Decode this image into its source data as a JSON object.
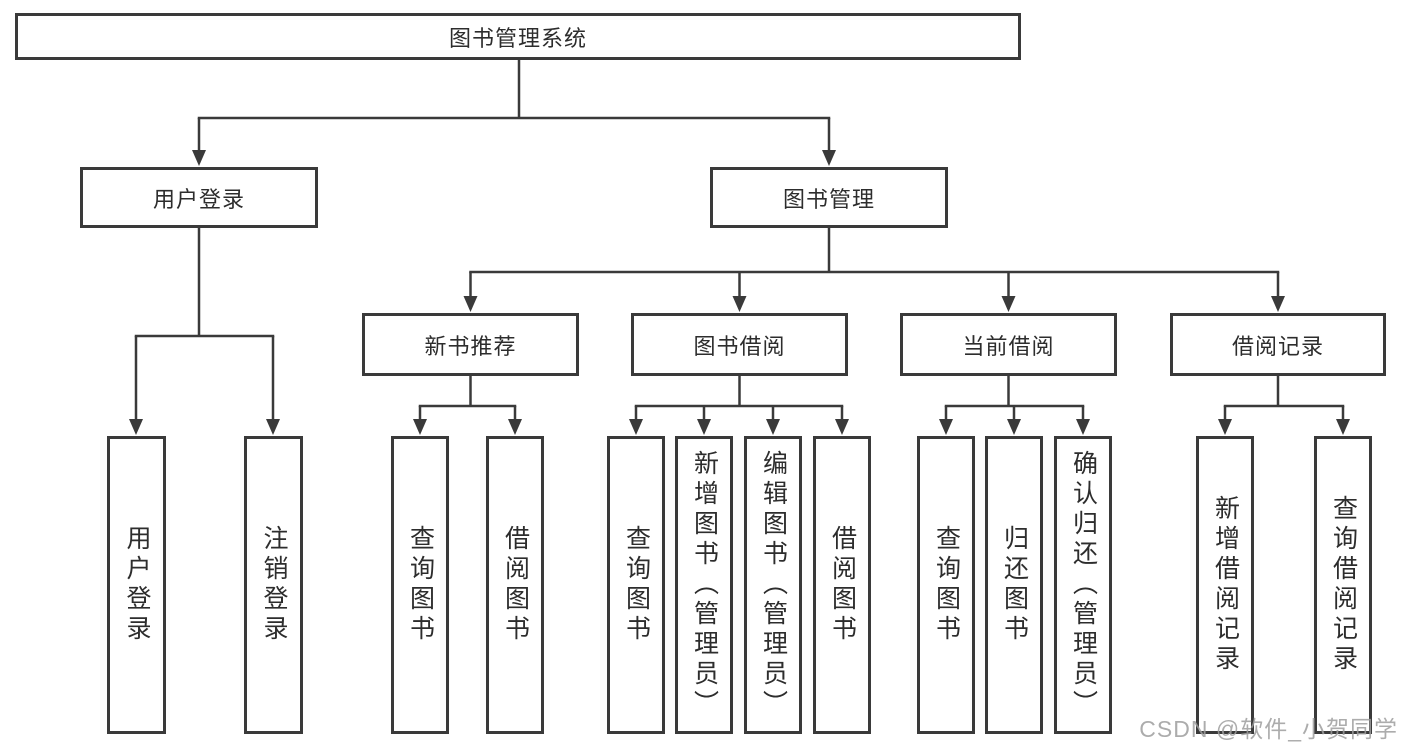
{
  "tree": {
    "label": "图书管理系统",
    "children": [
      {
        "label": "用户登录",
        "children": [
          {
            "label": "用户登录"
          },
          {
            "label": "注销登录"
          }
        ]
      },
      {
        "label": "图书管理",
        "children": [
          {
            "label": "新书推荐",
            "children": [
              {
                "label": "查询图书"
              },
              {
                "label": "借阅图书"
              }
            ]
          },
          {
            "label": "图书借阅",
            "children": [
              {
                "label": "查询图书"
              },
              {
                "label": "新增图书（管理员）"
              },
              {
                "label": "编辑图书（管理员）"
              },
              {
                "label": "借阅图书"
              }
            ]
          },
          {
            "label": "当前借阅",
            "children": [
              {
                "label": "查询图书"
              },
              {
                "label": "归还图书"
              },
              {
                "label": "确认归还（管理员）"
              }
            ]
          },
          {
            "label": "借阅记录",
            "children": [
              {
                "label": "新增借阅记录"
              },
              {
                "label": "查询借阅记录"
              }
            ]
          }
        ]
      }
    ]
  },
  "watermark": {
    "text": "CSDN @软件_小贺同学"
  },
  "colors": {
    "line": "#3a3a3a",
    "text": "#2d2d2d",
    "watermark_text": "#9e9e9e",
    "background": "#ffffff"
  }
}
